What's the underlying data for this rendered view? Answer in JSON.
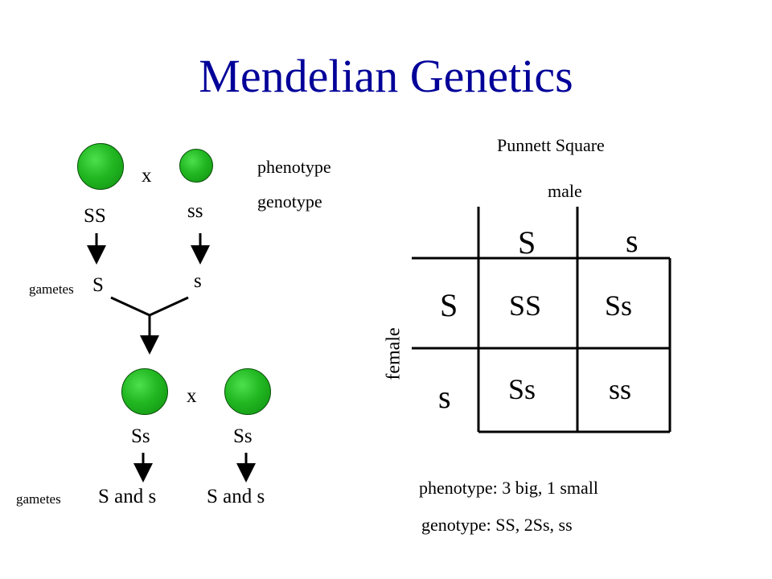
{
  "title": "Mendelian Genetics",
  "cross": {
    "cross_symbol": "x",
    "phenotype_label": "phenotype",
    "genotype_label": "genotype",
    "parent1_genotype": "SS",
    "parent2_genotype": "ss",
    "gametes_label": "gametes",
    "parent1_gamete": "S",
    "parent2_gamete": "s",
    "f1_left_genotype": "Ss",
    "f1_right_genotype": "Ss",
    "f1_left_gametes": "S and s",
    "f1_right_gametes": "S and s"
  },
  "punnett": {
    "title": "Punnett Square",
    "male_label": "male",
    "female_label": "female",
    "col_headers": [
      "S",
      "s"
    ],
    "row_headers": [
      "S",
      "s"
    ],
    "cells": [
      [
        "SS",
        "Ss"
      ],
      [
        "Ss",
        "ss"
      ]
    ]
  },
  "summary": {
    "phenotype": "phenotype: 3 big, 1 small",
    "genotype": "genotype: SS, 2Ss, ss"
  },
  "colors": {
    "title": "#000099",
    "pea": "#22b822"
  }
}
